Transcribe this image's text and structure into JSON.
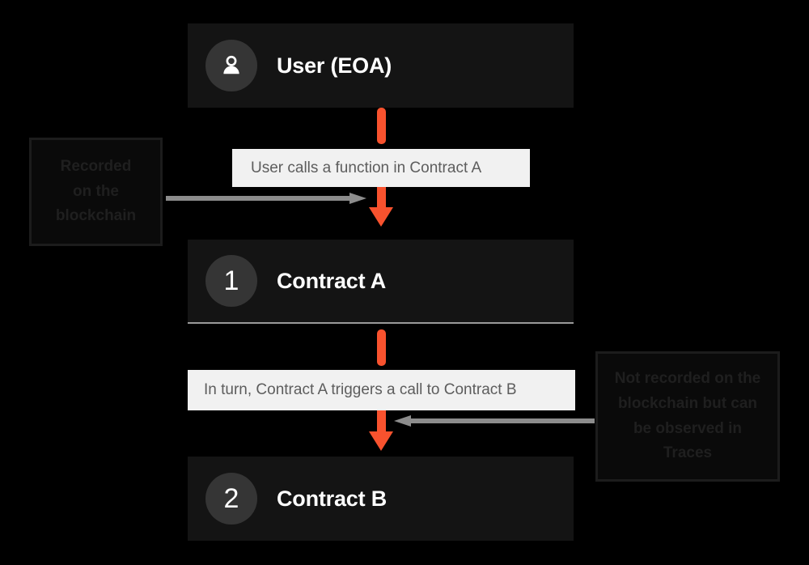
{
  "diagram": {
    "background_color": "#000000",
    "accent_color": "#f8522e",
    "connector_color": "#8c8c8c",
    "node_bg_color": "#141414",
    "chip_bg_color": "#f1f1f1"
  },
  "nodes": [
    {
      "id": "user",
      "badge_type": "person-icon",
      "badge_label": "",
      "title": "User (EOA)"
    },
    {
      "id": "contract-a",
      "badge_type": "number",
      "badge_label": "1",
      "title": "Contract A"
    },
    {
      "id": "contract-b",
      "badge_type": "number",
      "badge_label": "2",
      "title": "Contract B"
    }
  ],
  "captions": [
    {
      "id": "caption-1",
      "text": "User calls a function in Contract A"
    },
    {
      "id": "caption-2",
      "text": "In turn, Contract A triggers a call to Contract B"
    }
  ],
  "annotations": {
    "left": {
      "lines": [
        "Recorded",
        "on the",
        "blockchain"
      ]
    },
    "right": {
      "lines": [
        "Not recorded on the",
        "blockchain but can",
        "be observed in",
        "Traces"
      ]
    }
  }
}
